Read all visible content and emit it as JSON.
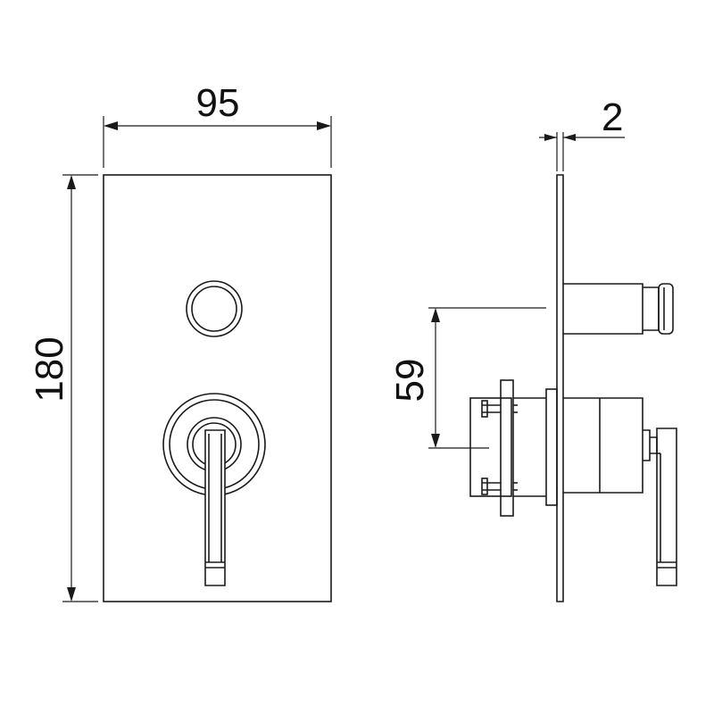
{
  "dimensions": {
    "width": "95",
    "height": "180",
    "offset": "59",
    "plate_thickness": "2"
  }
}
